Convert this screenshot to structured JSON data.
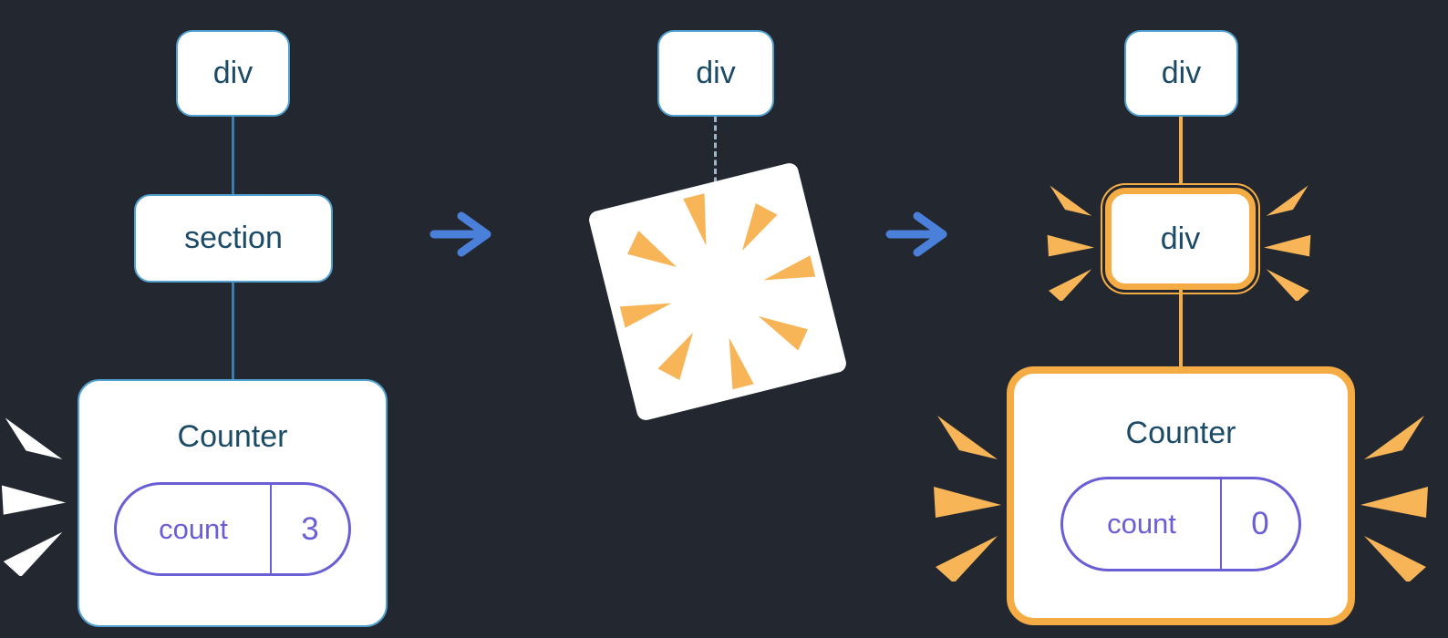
{
  "colors": {
    "background": "#23272f",
    "white": "#ffffff",
    "node_border": "#52A0CE",
    "connector_blue": "#3B7CAC",
    "dashed_line": "#9EB7C8",
    "arrow_blue": "#4A80D9",
    "text_navy": "#1C4B68",
    "pill_purple": "#6A5ED6",
    "orange": "#F5AC45",
    "burst_orange": "#F7B558"
  },
  "icons": {
    "arrow_right": "→",
    "poof_burst": "tapered-wedge-cluster",
    "explosion": "rotated-white-square-with-orange-burst"
  },
  "stage_before": {
    "root_label": "div",
    "child_label": "section",
    "component": {
      "title": "Counter",
      "state_key": "count",
      "state_value": "3"
    }
  },
  "stage_delete": {
    "root_label": "div"
  },
  "stage_after": {
    "root_label": "div",
    "child_label": "div",
    "component": {
      "title": "Counter",
      "state_key": "count",
      "state_value": "0"
    }
  }
}
